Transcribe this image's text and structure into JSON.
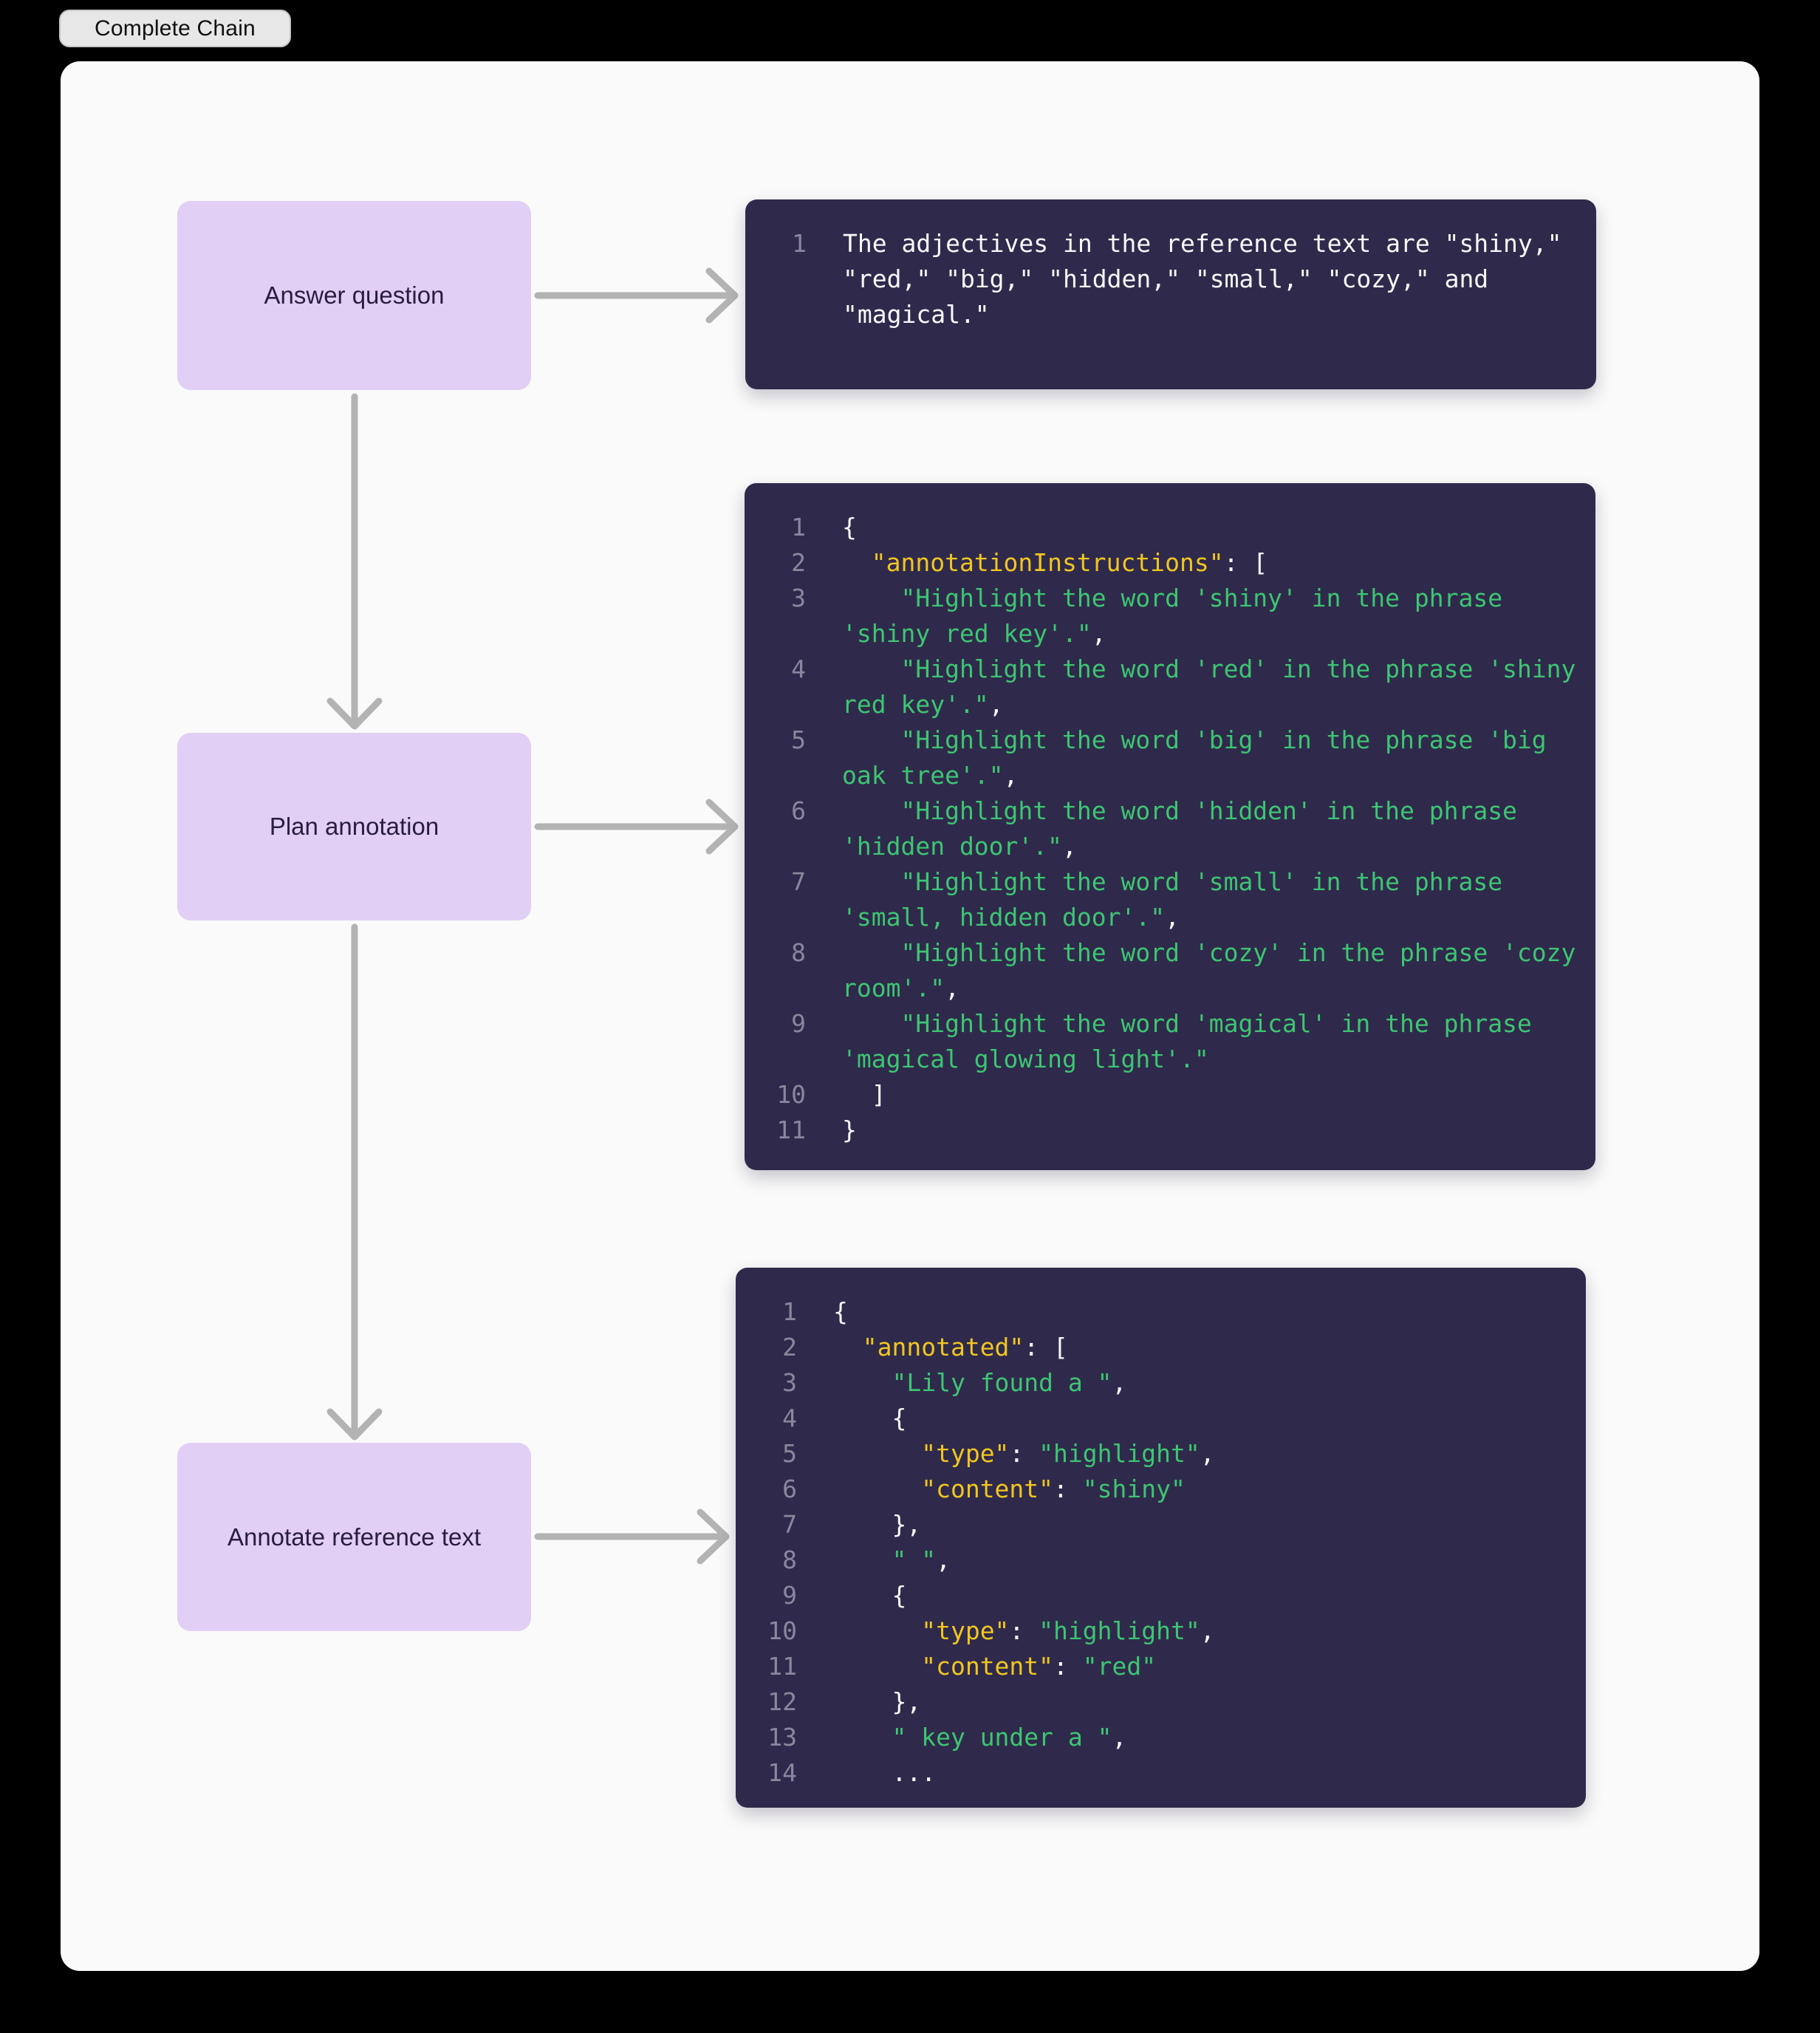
{
  "badge": "Complete Chain",
  "nodes": [
    {
      "id": "answer-question",
      "label": "Answer question"
    },
    {
      "id": "plan-annotation",
      "label": "Plan annotation"
    },
    {
      "id": "annotate-reference-text",
      "label": "Annotate reference text"
    }
  ],
  "colors": {
    "page": "#000000",
    "canvas": "#fafafa",
    "node_bg": "#e2cff5",
    "node_text": "#281e3e",
    "code_bg": "#2f2a4b",
    "key": "#f0c620",
    "string": "#3dc572",
    "plain": "#f8f8fa",
    "line_number": "#8a869c",
    "arrow": "#b3b3b3",
    "badge_bg": "#e7e7e7",
    "badge_border": "#c6c6c6"
  },
  "code_blocks": [
    {
      "id": "answer-output",
      "lines": [
        {
          "n": 1,
          "segs": [
            {
              "c": "plain",
              "t": "The adjectives in the reference text are \"shiny,\" \"red,\" \"big,\" \"hidden,\" \"small,\" \"cozy,\" and \"magical.\""
            }
          ]
        }
      ]
    },
    {
      "id": "plan-output",
      "lines": [
        {
          "n": 1,
          "segs": [
            {
              "c": "plain",
              "t": "{"
            }
          ]
        },
        {
          "n": 2,
          "segs": [
            {
              "c": "plain",
              "t": "  "
            },
            {
              "c": "key",
              "t": "\"annotationInstructions\""
            },
            {
              "c": "plain",
              "t": ": ["
            }
          ]
        },
        {
          "n": 3,
          "segs": [
            {
              "c": "plain",
              "t": "    "
            },
            {
              "c": "str",
              "t": "\"Highlight the word 'shiny' in the phrase 'shiny red key'.\""
            },
            {
              "c": "plain",
              "t": ","
            }
          ]
        },
        {
          "n": 4,
          "segs": [
            {
              "c": "plain",
              "t": "    "
            },
            {
              "c": "str",
              "t": "\"Highlight the word 'red' in the phrase 'shiny red key'.\""
            },
            {
              "c": "plain",
              "t": ","
            }
          ]
        },
        {
          "n": 5,
          "segs": [
            {
              "c": "plain",
              "t": "    "
            },
            {
              "c": "str",
              "t": "\"Highlight the word 'big' in the phrase 'big oak tree'.\""
            },
            {
              "c": "plain",
              "t": ","
            }
          ]
        },
        {
          "n": 6,
          "segs": [
            {
              "c": "plain",
              "t": "    "
            },
            {
              "c": "str",
              "t": "\"Highlight the word 'hidden' in the phrase 'hidden door'.\""
            },
            {
              "c": "plain",
              "t": ","
            }
          ]
        },
        {
          "n": 7,
          "segs": [
            {
              "c": "plain",
              "t": "    "
            },
            {
              "c": "str",
              "t": "\"Highlight the word 'small' in the phrase 'small, hidden door'.\""
            },
            {
              "c": "plain",
              "t": ","
            }
          ]
        },
        {
          "n": 8,
          "segs": [
            {
              "c": "plain",
              "t": "    "
            },
            {
              "c": "str",
              "t": "\"Highlight the word 'cozy' in the phrase 'cozy room'.\""
            },
            {
              "c": "plain",
              "t": ","
            }
          ]
        },
        {
          "n": 9,
          "segs": [
            {
              "c": "plain",
              "t": "    "
            },
            {
              "c": "str",
              "t": "\"Highlight the word 'magical' in the phrase 'magical glowing light'.\""
            }
          ]
        },
        {
          "n": 10,
          "segs": [
            {
              "c": "plain",
              "t": "  ]"
            }
          ]
        },
        {
          "n": 11,
          "segs": [
            {
              "c": "plain",
              "t": "}"
            }
          ]
        }
      ]
    },
    {
      "id": "annotate-output",
      "lines": [
        {
          "n": 1,
          "segs": [
            {
              "c": "plain",
              "t": "{"
            }
          ]
        },
        {
          "n": 2,
          "segs": [
            {
              "c": "plain",
              "t": "  "
            },
            {
              "c": "key",
              "t": "\"annotated\""
            },
            {
              "c": "plain",
              "t": ": ["
            }
          ]
        },
        {
          "n": 3,
          "segs": [
            {
              "c": "plain",
              "t": "    "
            },
            {
              "c": "str",
              "t": "\"Lily found a \""
            },
            {
              "c": "plain",
              "t": ","
            }
          ]
        },
        {
          "n": 4,
          "segs": [
            {
              "c": "plain",
              "t": "    {"
            }
          ]
        },
        {
          "n": 5,
          "segs": [
            {
              "c": "plain",
              "t": "      "
            },
            {
              "c": "key",
              "t": "\"type\""
            },
            {
              "c": "plain",
              "t": ": "
            },
            {
              "c": "str",
              "t": "\"highlight\""
            },
            {
              "c": "plain",
              "t": ","
            }
          ]
        },
        {
          "n": 6,
          "segs": [
            {
              "c": "plain",
              "t": "      "
            },
            {
              "c": "key",
              "t": "\"content\""
            },
            {
              "c": "plain",
              "t": ": "
            },
            {
              "c": "str",
              "t": "\"shiny\""
            }
          ]
        },
        {
          "n": 7,
          "segs": [
            {
              "c": "plain",
              "t": "    },"
            }
          ]
        },
        {
          "n": 8,
          "segs": [
            {
              "c": "plain",
              "t": "    "
            },
            {
              "c": "str",
              "t": "\" \""
            },
            {
              "c": "plain",
              "t": ","
            }
          ]
        },
        {
          "n": 9,
          "segs": [
            {
              "c": "plain",
              "t": "    {"
            }
          ]
        },
        {
          "n": 10,
          "segs": [
            {
              "c": "plain",
              "t": "      "
            },
            {
              "c": "key",
              "t": "\"type\""
            },
            {
              "c": "plain",
              "t": ": "
            },
            {
              "c": "str",
              "t": "\"highlight\""
            },
            {
              "c": "plain",
              "t": ","
            }
          ]
        },
        {
          "n": 11,
          "segs": [
            {
              "c": "plain",
              "t": "      "
            },
            {
              "c": "key",
              "t": "\"content\""
            },
            {
              "c": "plain",
              "t": ": "
            },
            {
              "c": "str",
              "t": "\"red\""
            }
          ]
        },
        {
          "n": 12,
          "segs": [
            {
              "c": "plain",
              "t": "    },"
            }
          ]
        },
        {
          "n": 13,
          "segs": [
            {
              "c": "plain",
              "t": "    "
            },
            {
              "c": "str",
              "t": "\" key under a \""
            },
            {
              "c": "plain",
              "t": ","
            }
          ]
        },
        {
          "n": 14,
          "segs": [
            {
              "c": "plain",
              "t": "    ..."
            }
          ]
        }
      ]
    }
  ]
}
